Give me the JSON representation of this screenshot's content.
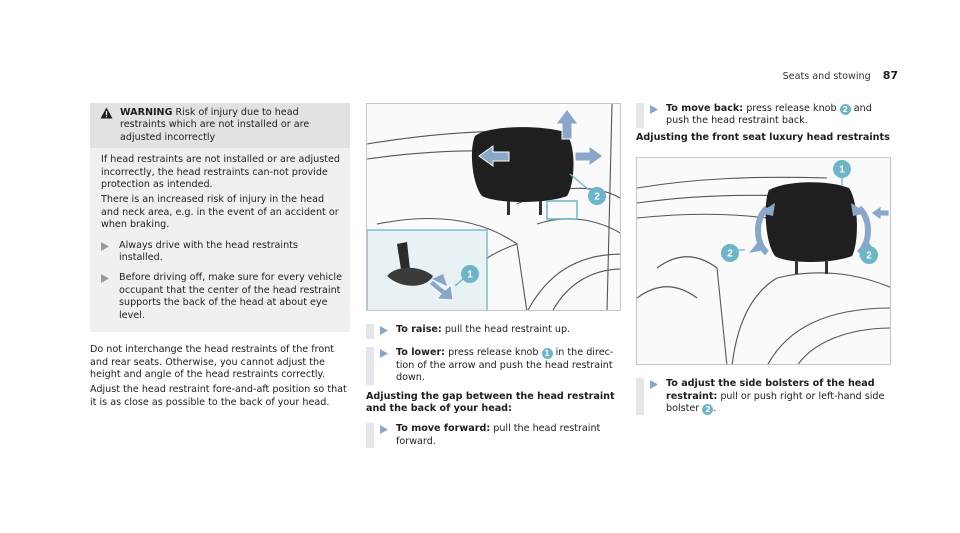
{
  "header": {
    "section": "Seats and stowing",
    "page_number": "87"
  },
  "warning": {
    "title": "WARNING",
    "intro": "Risk of injury due to head restraints which are not installed or are adjusted incorrectly",
    "para1": "If head restraints are not installed or are adjusted incorrectly, the head restraints can-not provide protection as intended.",
    "para2": "There is an increased risk of injury in the head and neck area, e.g. in the event of an accident or when braking.",
    "bullet1": "Always drive with the head restraints installed.",
    "bullet2": "Before driving off, make sure for every vehicle occupant that the center of the head restraint supports the back of the head at about eye level."
  },
  "col1": {
    "para1": "Do not interchange the head restraints of the front and rear seats. Otherwise, you cannot adjust the height and angle of the head restraints correctly.",
    "para2": "Adjust the head restraint fore-and-aft position so that it is as close as possible to the back of your head."
  },
  "col2": {
    "figure_badges": [
      "1",
      "2"
    ],
    "raise_label": "To raise:",
    "raise_text": "pull the head restraint up.",
    "lower_label": "To lower:",
    "lower_text_a": "press release knob",
    "lower_badge": "1",
    "lower_text_b": "in the direc-tion of the arrow and push the head restraint down.",
    "gap_heading": "Adjusting the gap between the head restraint and the back of your head:",
    "forward_label": "To move forward:",
    "forward_text": "pull the head restraint forward."
  },
  "col3": {
    "back_label": "To move back:",
    "back_text_a": "press release knob",
    "back_badge": "2",
    "back_text_b": "and push the head restraint back.",
    "luxury_heading": "Adjusting the front seat luxury head restraints",
    "figure_badges": [
      "1",
      "2",
      "2"
    ],
    "bolster_label": "To adjust the side bolsters of the head restraint:",
    "bolster_text_a": "pull or push right or left-hand side bolster",
    "bolster_badge": "2",
    "bolster_text_b": "."
  },
  "colors": {
    "accent": "#6fb5c8",
    "arrow": "#8aa6c8",
    "warning_bg": "#f0f0f0",
    "warning_head_bg": "#e2e2e2",
    "bar": "#e4e6ea"
  },
  "icons": [
    "warning-triangle-icon",
    "bullet-arrow-icon",
    "callout-badge-icon",
    "direction-arrow-icon"
  ]
}
